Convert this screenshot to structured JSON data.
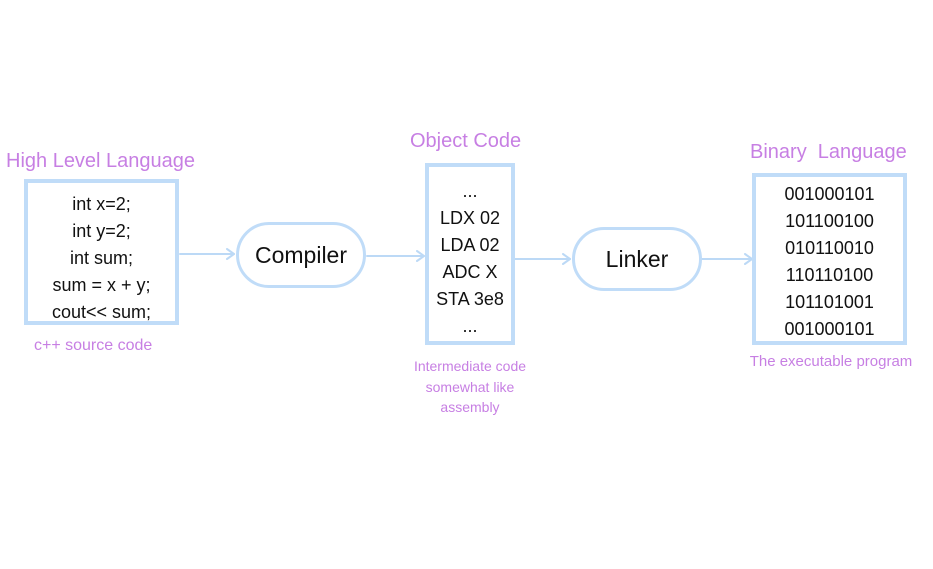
{
  "high_level": {
    "heading": "High Level Language",
    "code_lines": [
      "int x=2;",
      "int y=2;",
      "int sum;",
      "sum = x + y;",
      "cout<< sum;"
    ],
    "caption": "c++ source code"
  },
  "compiler": {
    "label": "Compiler"
  },
  "object_code": {
    "heading": "Object Code",
    "code_lines": [
      "...",
      "LDX 02",
      "LDA 02",
      "ADC X",
      "STA 3e8",
      "..."
    ],
    "caption_lines": [
      "Intermediate code",
      "somewhat like",
      "assembly"
    ]
  },
  "linker": {
    "label": "Linker"
  },
  "binary": {
    "heading": "Binary  Language",
    "code_lines": [
      "001000101",
      "101100100",
      "010110010",
      "110110100",
      "101101001",
      "001000101"
    ],
    "caption": "The executable program"
  },
  "colors": {
    "heading_text": "#c77fe3",
    "box_border": "#c0dcf8",
    "arrow": "#c0dcf8",
    "body_text": "#111111"
  }
}
